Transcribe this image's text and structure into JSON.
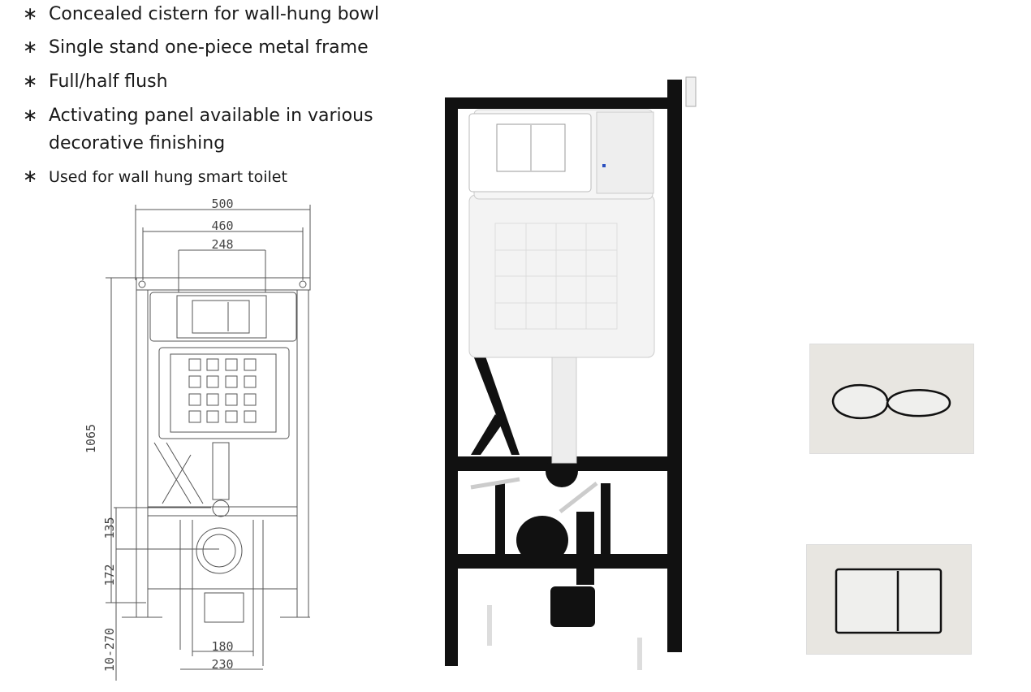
{
  "features": [
    {
      "bullet": "∗",
      "text": "Concealed cistern for wall-hung bowl"
    },
    {
      "bullet": "∗",
      "text": "Single stand one-piece metal frame"
    },
    {
      "bullet": "∗",
      "text": "Full/half flush"
    },
    {
      "bullet": "∗",
      "text": "Activating panel available in various",
      "text2": "decorative finishing"
    },
    {
      "bullet": "∗",
      "text": "Used for wall hung smart toilet"
    }
  ],
  "dimensions": {
    "width_outer": "500",
    "width_holes": "460",
    "width_panel": "248",
    "height": "1065",
    "h_inlet": "135",
    "h_outlet": "172",
    "feet_adjust": "10-270",
    "bolt_inner": "180",
    "bolt_outer": "230"
  },
  "colors": {
    "frame": "#111111",
    "cistern": "#f2f2f2",
    "plate": "#e8e6e1"
  }
}
